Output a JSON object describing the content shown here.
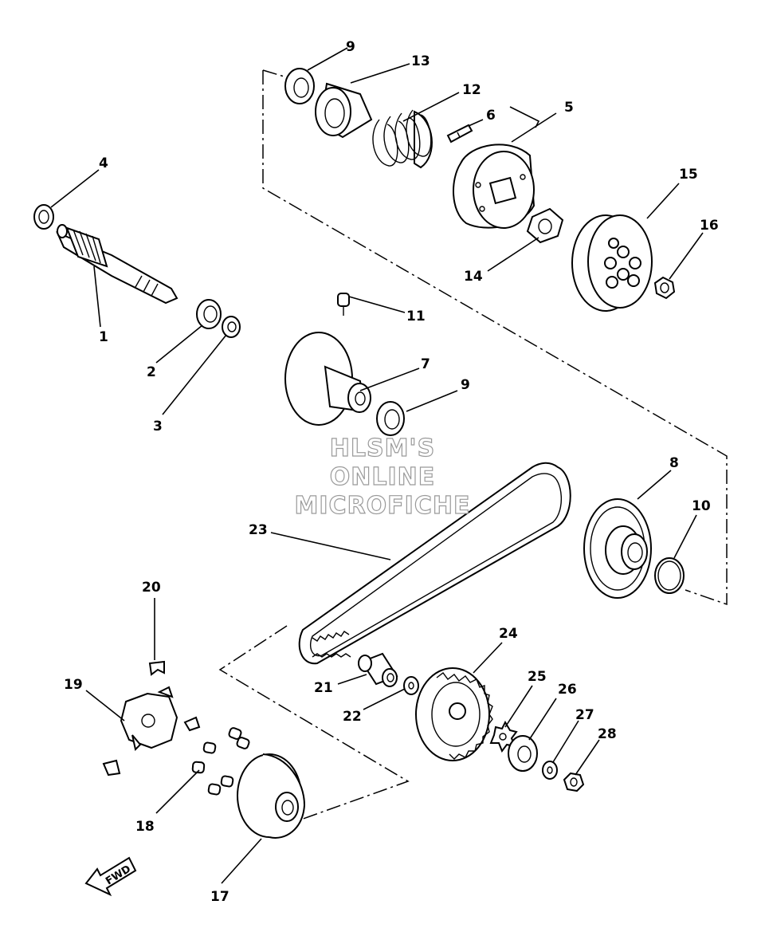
{
  "watermark": {
    "line1": "HLSM'S",
    "line2": "ONLINE",
    "line3": "MICROFICHE"
  },
  "direction_arrow": {
    "label": "FWD",
    "icon": "forward-arrow-icon"
  },
  "callouts": [
    "1",
    "2",
    "3",
    "4",
    "5",
    "6",
    "7",
    "8",
    "9",
    "9",
    "10",
    "11",
    "12",
    "13",
    "14",
    "15",
    "16",
    "17",
    "18",
    "19",
    "20",
    "21",
    "22",
    "23",
    "24",
    "25",
    "26",
    "27",
    "28"
  ]
}
